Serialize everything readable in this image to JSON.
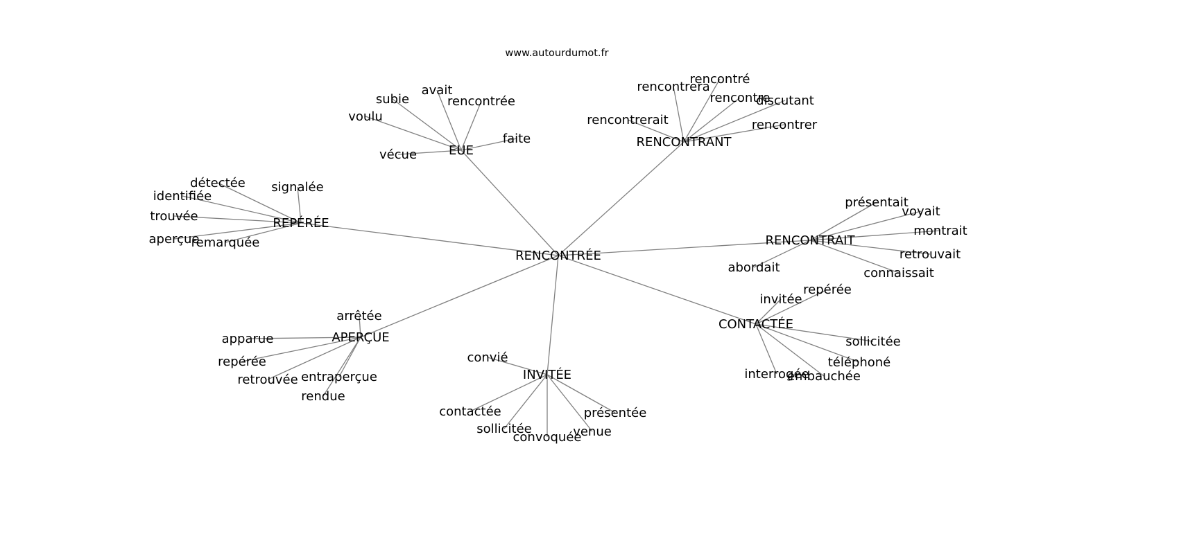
{
  "title": "www.autourdumot.fr",
  "colors": {
    "edge": "#808080",
    "text": "#000000",
    "background": "#ffffff"
  },
  "center": {
    "id": "c",
    "label": "RENCONTRÉE"
  },
  "hubs": [
    {
      "id": "eue",
      "label": "EUE",
      "leaves": [
        {
          "id": "eue1",
          "label": "subie"
        },
        {
          "id": "eue2",
          "label": "avait"
        },
        {
          "id": "eue3",
          "label": "rencontrée"
        },
        {
          "id": "eue4",
          "label": "voulu"
        },
        {
          "id": "eue5",
          "label": "faite"
        },
        {
          "id": "eue6",
          "label": "vécue"
        }
      ]
    },
    {
      "id": "rant",
      "label": "RENCONTRANT",
      "leaves": [
        {
          "id": "rant1",
          "label": "rencontrera"
        },
        {
          "id": "rant2",
          "label": "rencontré"
        },
        {
          "id": "rant3",
          "label": "rencontre"
        },
        {
          "id": "rant4",
          "label": "discutant"
        },
        {
          "id": "rant5",
          "label": "rencontrerait"
        },
        {
          "id": "rant6",
          "label": "rencontrer"
        }
      ]
    },
    {
      "id": "rep",
      "label": "REPÉRÉE",
      "leaves": [
        {
          "id": "rep1",
          "label": "détectée"
        },
        {
          "id": "rep2",
          "label": "signalée"
        },
        {
          "id": "rep3",
          "label": "identifiée"
        },
        {
          "id": "rep4",
          "label": "trouvée"
        },
        {
          "id": "rep5",
          "label": "aperçue"
        },
        {
          "id": "rep6",
          "label": "remarquée"
        }
      ]
    },
    {
      "id": "rait",
      "label": "RENCONTRAIT",
      "leaves": [
        {
          "id": "rait1",
          "label": "présentait"
        },
        {
          "id": "rait2",
          "label": "voyait"
        },
        {
          "id": "rait3",
          "label": "montrait"
        },
        {
          "id": "rait4",
          "label": "retrouvait"
        },
        {
          "id": "rait5",
          "label": "connaissait"
        },
        {
          "id": "rait6",
          "label": "abordait"
        }
      ]
    },
    {
      "id": "con",
      "label": "CONTACTÉE",
      "leaves": [
        {
          "id": "con1",
          "label": "invitée"
        },
        {
          "id": "con2",
          "label": "repérée"
        },
        {
          "id": "con3",
          "label": "sollicitée"
        },
        {
          "id": "con4",
          "label": "téléphoné"
        },
        {
          "id": "con5",
          "label": "embauchée"
        },
        {
          "id": "con6",
          "label": "interrogée"
        }
      ]
    },
    {
      "id": "inv",
      "label": "INVITÉE",
      "leaves": [
        {
          "id": "inv1",
          "label": "convié"
        },
        {
          "id": "inv2",
          "label": "contactée"
        },
        {
          "id": "inv3",
          "label": "sollicitée"
        },
        {
          "id": "inv4",
          "label": "convoquée"
        },
        {
          "id": "inv5",
          "label": "venue"
        },
        {
          "id": "inv6",
          "label": "présentée"
        }
      ]
    },
    {
      "id": "ape",
      "label": "APERÇUE",
      "leaves": [
        {
          "id": "ape1",
          "label": "arrêtée"
        },
        {
          "id": "ape2",
          "label": "apparue"
        },
        {
          "id": "ape3",
          "label": "repérée"
        },
        {
          "id": "ape4",
          "label": "retrouvée"
        },
        {
          "id": "ape5",
          "label": "entraperçue"
        },
        {
          "id": "ape6",
          "label": "rendue"
        }
      ]
    }
  ]
}
